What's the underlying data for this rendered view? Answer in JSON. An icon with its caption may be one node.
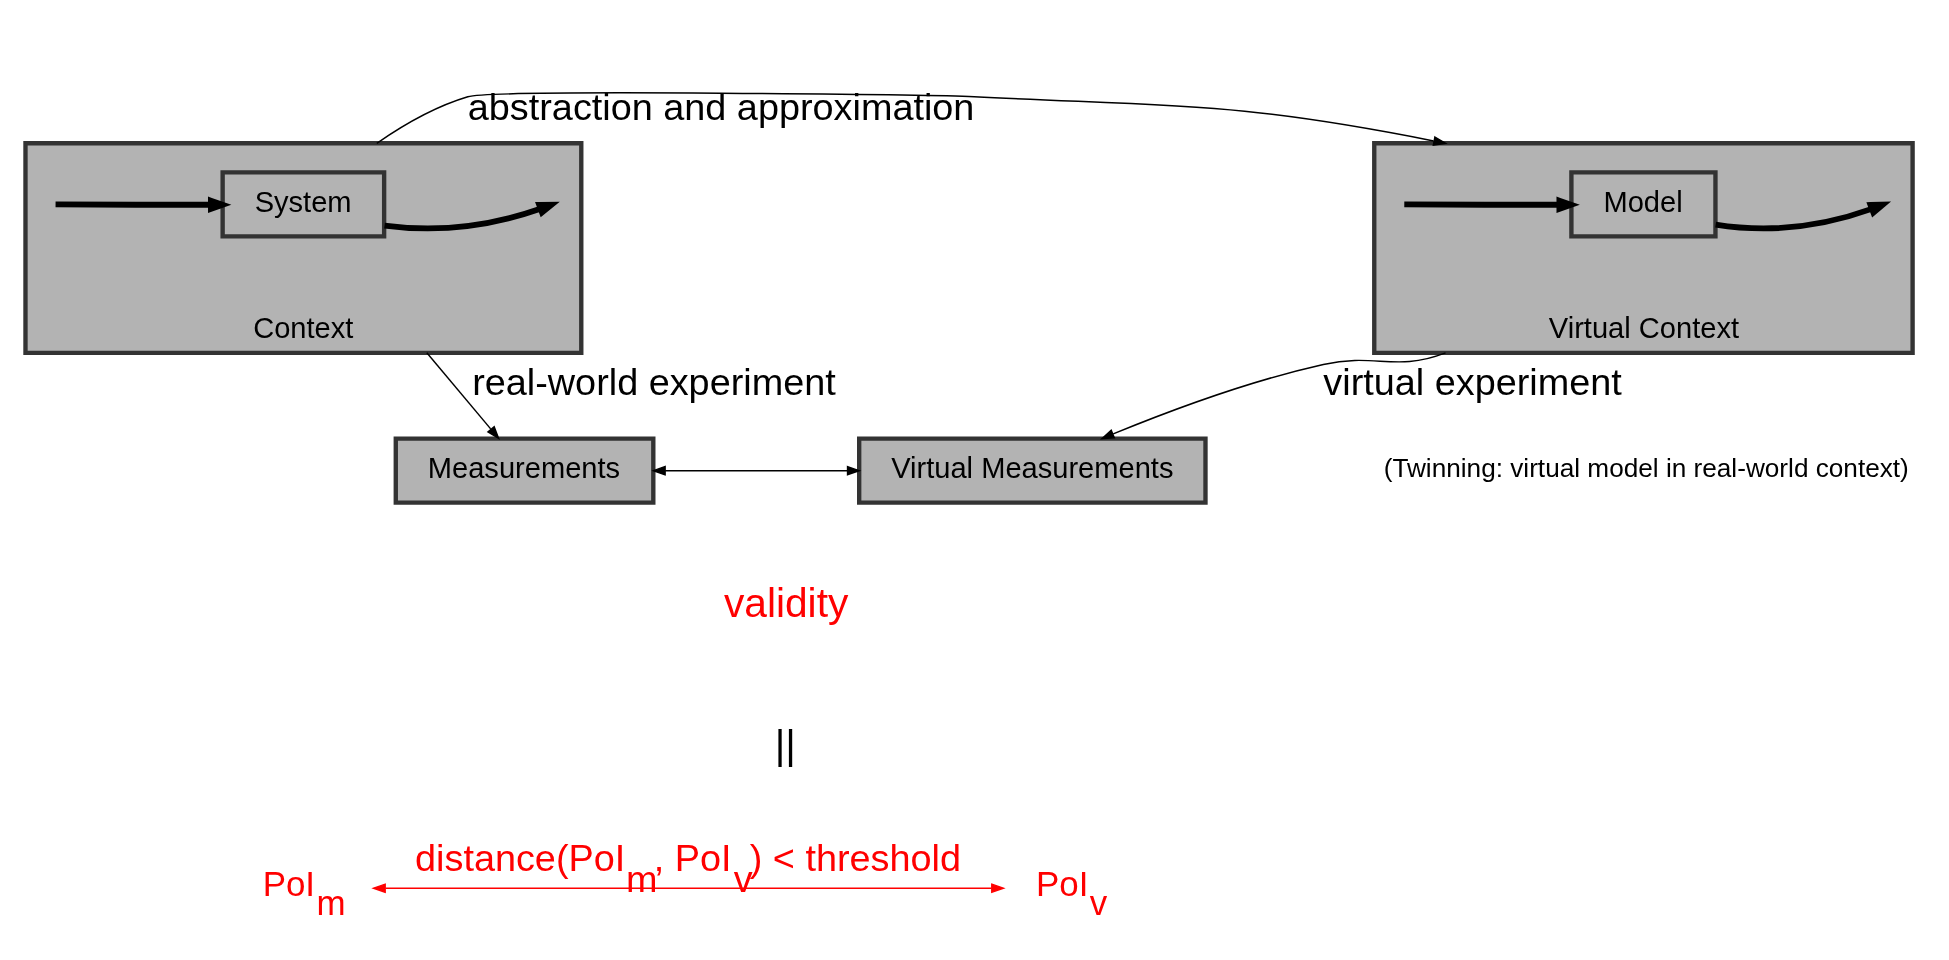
{
  "diagram": {
    "nodes": [
      {
        "text": [
          "Context"
        ]
      },
      {
        "text": [
          "System"
        ],
        "in": 0
      },
      {
        "text": [
          "Virtual Context"
        ]
      },
      {
        "text": [
          "Model"
        ],
        "in": 2
      },
      {
        "text": [
          "Measurements"
        ]
      },
      {
        "text": [
          "Virtual Measurements"
        ]
      },
      {
        "text": [
          "PoI$_{m}$"
        ]
      },
      {
        "text": [
          "PoI$_{v}$"
        ]
      }
    ],
    "edges": [
      {
        "from": 1,
        "to": null,
        "arrow": "to",
        "style": "thick"
      },
      {
        "from": null,
        "to": 1,
        "arrow": "to",
        "style": "thick"
      },
      {
        "from": 3,
        "to": null,
        "arrow": "to",
        "style": "thick"
      },
      {
        "from": null,
        "to": 3,
        "arrow": "to",
        "style": "thick"
      },
      {
        "from": 0,
        "to": 2,
        "arrow": "to",
        "label": "abstraction and approximation"
      },
      {
        "from": 0,
        "to": 4,
        "arrow": "to",
        "label": "real-world experiment"
      },
      {
        "from": 2,
        "to": 5,
        "arrow": "to",
        "label": "virtual experiment"
      },
      {
        "from": 4,
        "to": 5,
        "arrow": "both"
      },
      {
        "from": 6,
        "to": 7,
        "arrow": "both",
        "color": "#ff0000",
        "label": "distance(PoI$_{m}$, PoI$_{v}$) < threshold"
      }
    ],
    "labels": [
      "(Twinning: virtual model in real-world context)",
      "validity",
      "||"
    ]
  }
}
